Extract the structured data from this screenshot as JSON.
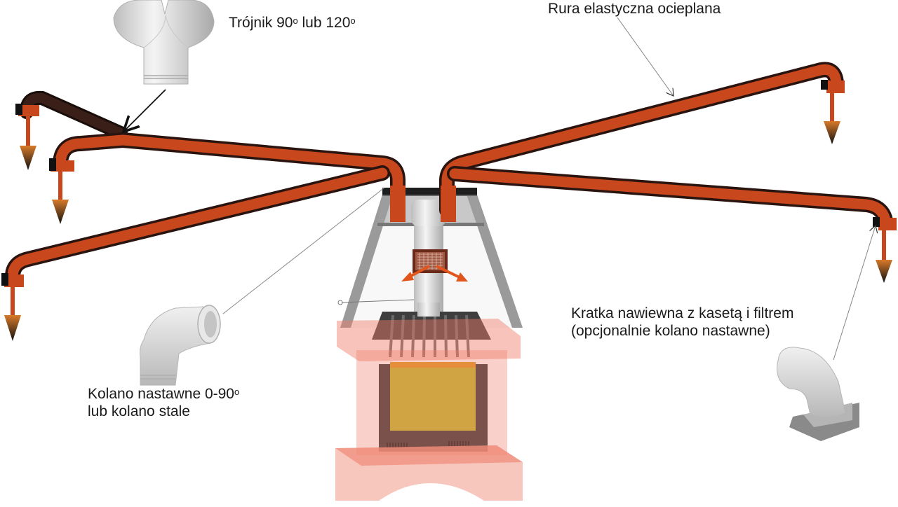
{
  "diagram": {
    "title": "Fireplace warm-air distribution system (DGP)",
    "colors": {
      "pipe": "#c8471c",
      "pipe_dark": "#3a1f18",
      "pipe_shadow": "#2a1410",
      "fitting_gray": "#d8d8d8",
      "hood_gray": "#8a8a8a",
      "casing_pink": "#f2a79a",
      "glass": "#c2bb30",
      "arrow": "#e0561c"
    },
    "labels": {
      "tee": {
        "text": "Trójnik 90",
        "sup1": "o",
        "mid": " lub 120",
        "sup2": "o"
      },
      "flex_pipe": {
        "text": "Rura elastyczna ocieplana"
      },
      "elbow": {
        "line1": "Kolano nastawne 0-90",
        "sup": "o",
        "line2": "lub kolano stale"
      },
      "grille": {
        "line1": "Kratka nawiewna z kasetą i filtrem",
        "line2": "(opcjonalnie kolano nastawne)"
      }
    },
    "components": [
      {
        "name": "y-tee-fitting",
        "label_ref": "tee"
      },
      {
        "name": "insulated-flexible-duct",
        "label_ref": "flex_pipe"
      },
      {
        "name": "adjustable-elbow",
        "label_ref": "elbow"
      },
      {
        "name": "supply-grille-with-elbow",
        "label_ref": "grille"
      },
      {
        "name": "fireplace-insert"
      },
      {
        "name": "hood-with-grille"
      }
    ],
    "outlets_count": 6
  }
}
